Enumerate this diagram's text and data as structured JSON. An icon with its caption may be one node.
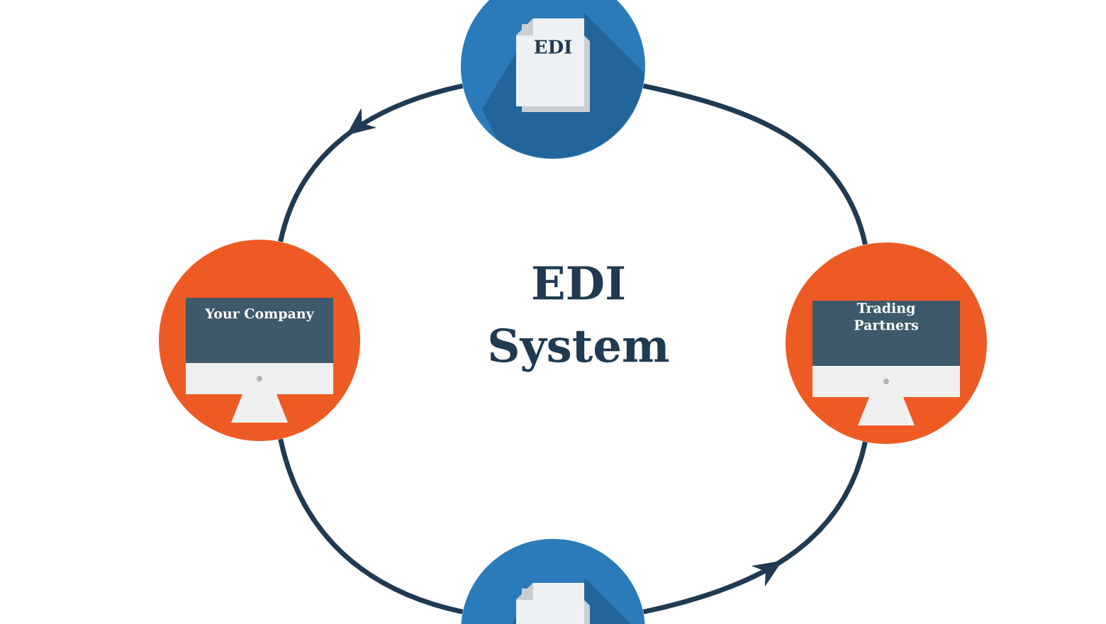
{
  "diagram": {
    "title": "EDI System",
    "nodes": [
      {
        "text": [
          "EDI"
        ]
      },
      {
        "text": [
          "Your Company"
        ]
      },
      {
        "text": [
          "Trading Partners"
        ]
      },
      {
        "text": [],
        "shape": "circle"
      }
    ],
    "edges": [
      {
        "from": 0,
        "to": 1,
        "arrow": "to"
      },
      {
        "from": 1,
        "to": 3,
        "arrow": "none"
      },
      {
        "from": 3,
        "to": 2,
        "arrow": "to"
      },
      {
        "from": 2,
        "to": 0,
        "arrow": "none"
      }
    ]
  }
}
